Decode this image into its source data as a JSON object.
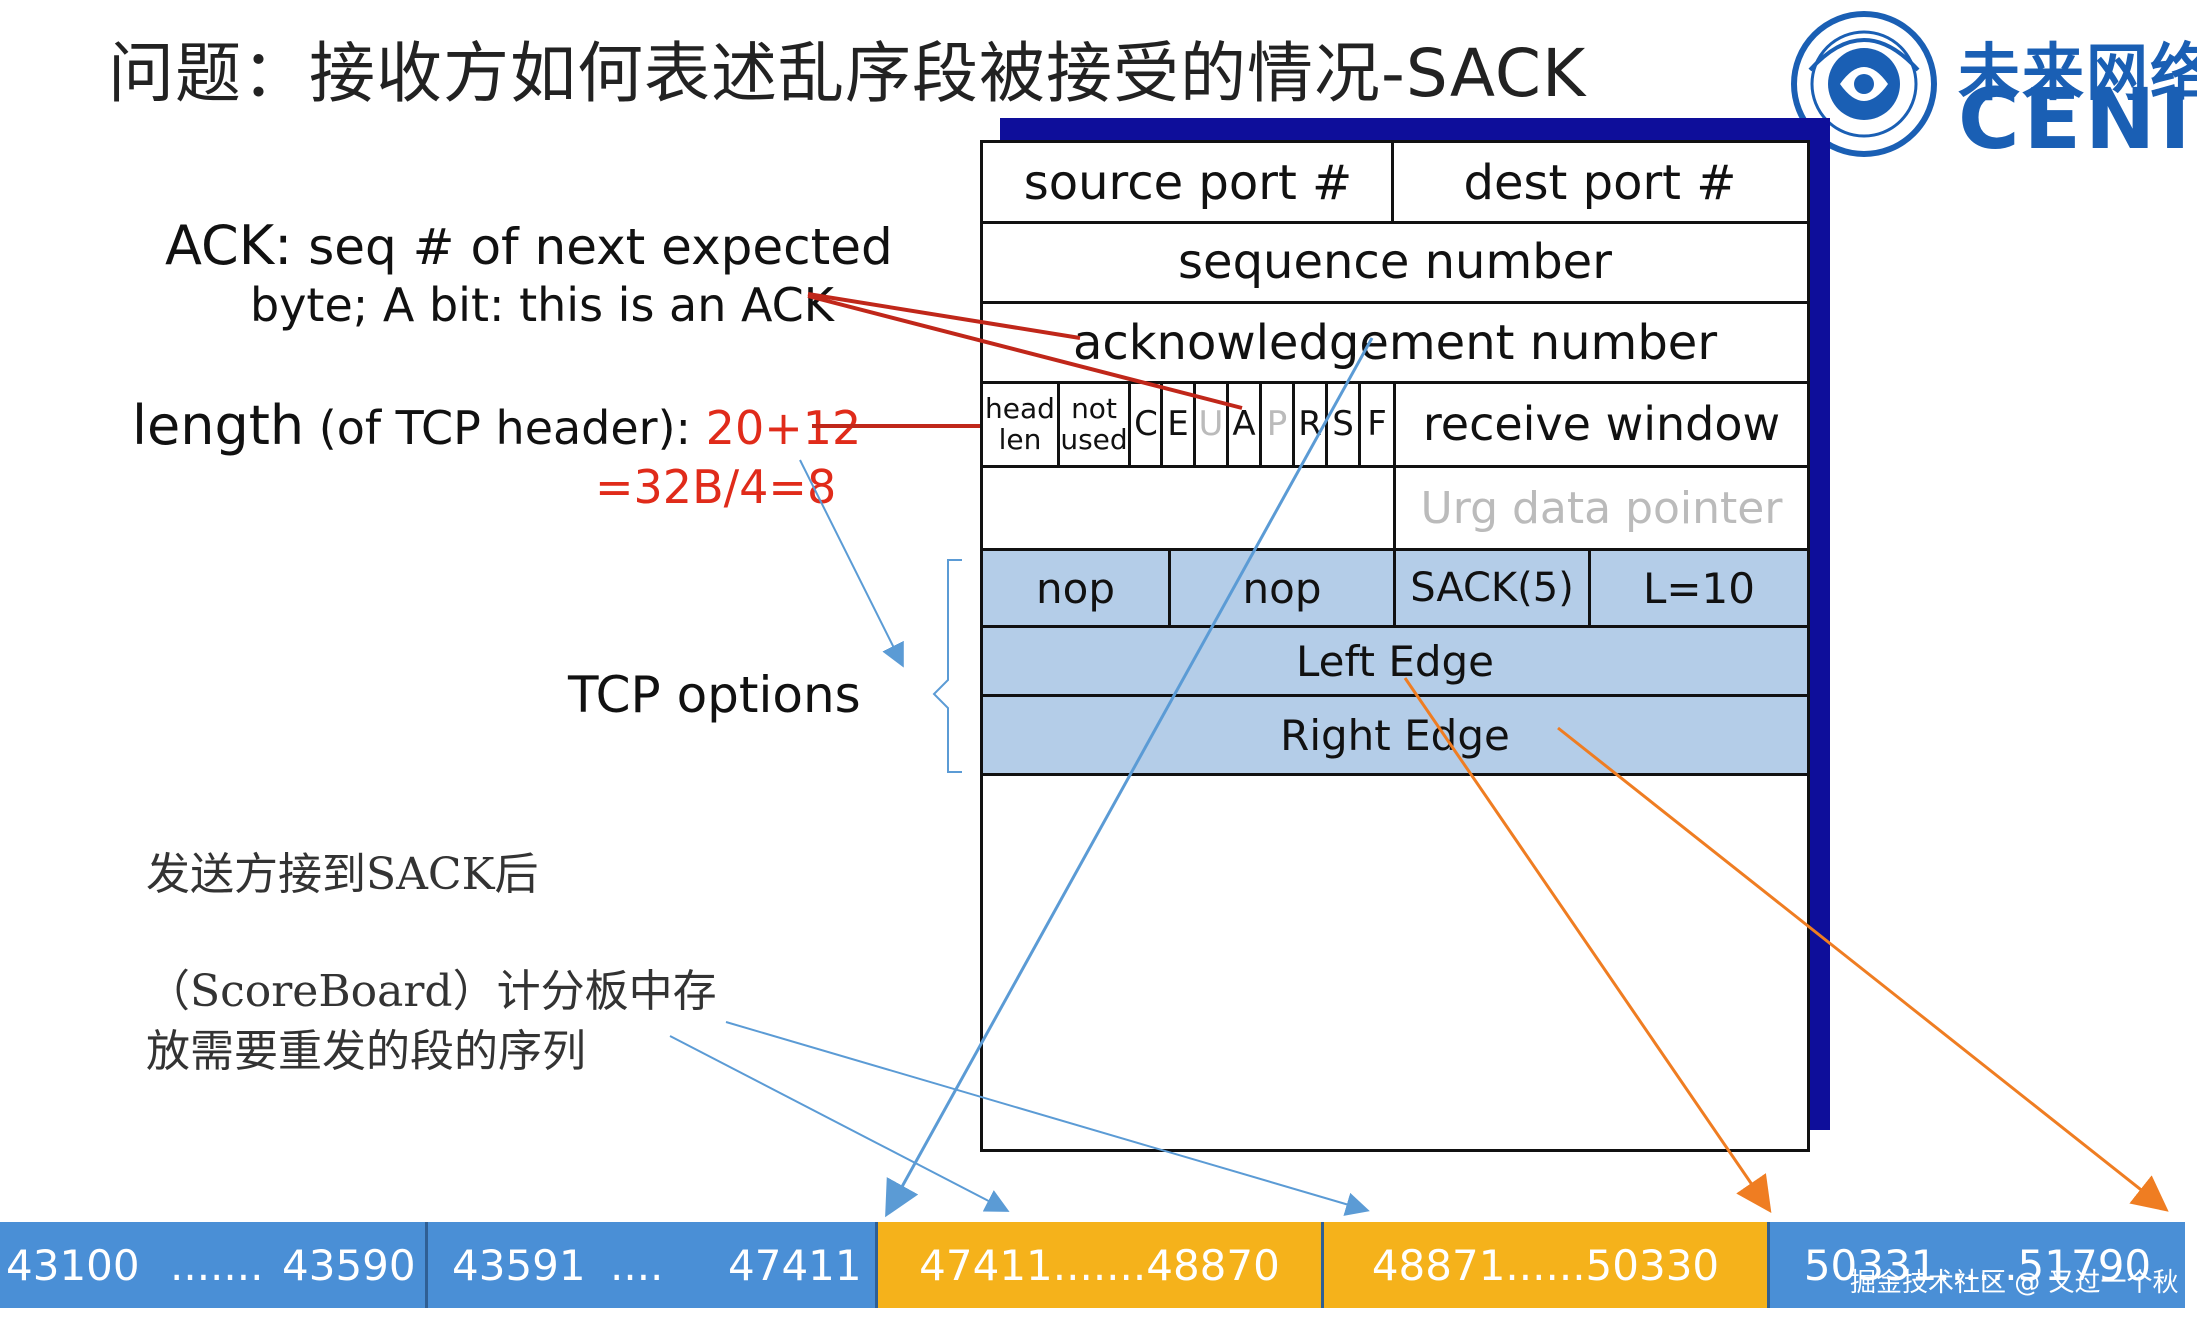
{
  "title": {
    "cn": "问题：接收方如何表述乱序段被接受的情况",
    "en": "-SACK"
  },
  "logo": {
    "cn_text": "未来网络",
    "en_text": "CENI-",
    "badge_text": "CENI-HEFEI"
  },
  "annotations": {
    "ack_keyword": "ACK:",
    "ack_line1": " seq # of next expected",
    "ack_line2": "byte; A bit: this is an ACK",
    "length_keyword": "length",
    "length_paren": " (of TCP header)",
    "length_colon": ": ",
    "length_value": "20+12",
    "length_value2": "=32B/4=8",
    "tcp_options": "TCP options",
    "sender_note1": "发送方接到SACK后",
    "sender_note2": "（ScoreBoard）计分板中存",
    "sender_note3": "放需要重发的段的序列"
  },
  "header": {
    "source_port": "source port #",
    "dest_port": "dest port #",
    "sequence": "sequence number",
    "ack_number": "acknowledgement number",
    "head_len": [
      "head",
      "len"
    ],
    "not_used": [
      "not",
      "used"
    ],
    "flags": [
      "C",
      "E",
      "U",
      "A",
      "P",
      "R",
      "S",
      "F"
    ],
    "receive_window": "receive window",
    "urg_pointer": "Urg data pointer",
    "options": {
      "nop1": "nop",
      "nop2": "nop",
      "sack": "SACK(5)",
      "len": "L=10",
      "left_edge": "Left Edge",
      "right_edge": "Right Edge"
    }
  },
  "strip": {
    "seg1": [
      "43100",
      ".......",
      "43590"
    ],
    "seg2": [
      "43591",
      "....",
      "47411"
    ],
    "seg3": "47411.......48870",
    "seg4": "48871......50330",
    "seg5": "50331......51790"
  },
  "watermark": "掘金技术社区 @ 又过一个秋",
  "colors": {
    "box_shadow": "#0e0e9a",
    "option_fill": "#b4cde8",
    "strip_blue": "#4a8fd6",
    "strip_orange": "#f5b21b",
    "red": "#e02b1a",
    "logo_blue": "#1a5fb4"
  }
}
